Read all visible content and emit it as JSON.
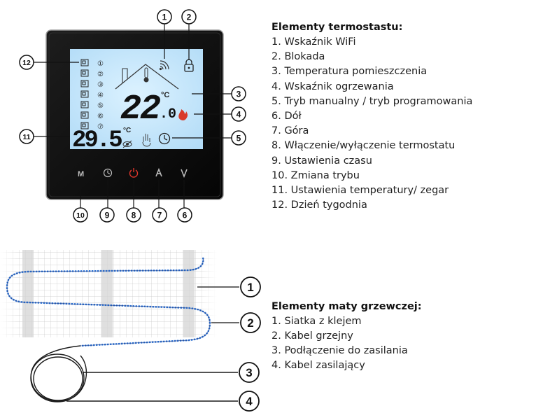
{
  "thermostat": {
    "title": "Elementy termostastu:",
    "items": [
      "1. Wskaźnik WiFi",
      "2. Blokada",
      "3. Temperatura pomieszczenia",
      "4. Wskaźnik ogrzewania",
      "5. Tryb manualny / tryb programowania",
      "6. Dół",
      "7. Góra",
      "8. Włączenie/wyłączenie termostatu",
      "9. Ustawienia czasu",
      "10. Zmiana trybu",
      "11. Ustawienia temperatury/ zegar",
      "12. Dzień tygodnia"
    ],
    "display": {
      "room_temp": "22",
      "room_temp_decimal": ".0",
      "room_unit": "°C",
      "set_temp": "29.5",
      "set_unit": "°C",
      "day_numbers": [
        "①",
        "②",
        "③",
        "④",
        "⑤",
        "⑥",
        "⑦"
      ]
    },
    "buttons": {
      "mode": "M"
    },
    "callouts": [
      "1",
      "2",
      "3",
      "4",
      "5",
      "6",
      "7",
      "8",
      "9",
      "10",
      "11",
      "12"
    ]
  },
  "mat": {
    "title": "Elementy maty grzewczej:",
    "items": [
      "1. Siatka z klejem",
      "2. Kabel grzejny",
      "3. Podłączenie do zasilania",
      "4. Kabel zasilający"
    ],
    "callouts": [
      "1",
      "2",
      "3",
      "4"
    ]
  },
  "colors": {
    "lcd_background": "#c9e9ff",
    "bezel": "#0b0b0b",
    "power_button": "#e0362b",
    "heating_cable": "#2e74d6"
  }
}
